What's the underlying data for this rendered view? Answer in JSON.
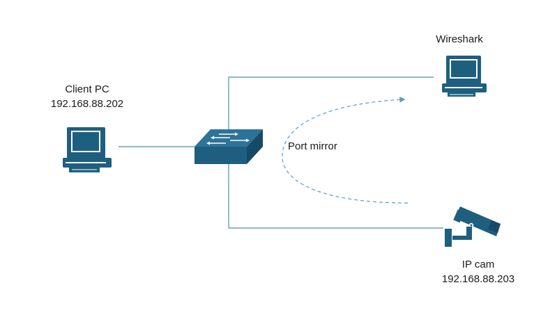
{
  "nodes": {
    "client_pc": {
      "name": "Client PC",
      "ip": "192.168.88.202"
    },
    "wireshark": {
      "name": "Wireshark"
    },
    "ip_cam": {
      "name": "IP cam",
      "ip": "192.168.88.203"
    }
  },
  "port_mirror": {
    "label": "Port mirror"
  },
  "icons": {
    "client_pc": "desktop-computer-icon",
    "switch": "network-switch-icon",
    "wireshark": "desktop-computer-icon",
    "ip_cam": "security-camera-icon"
  },
  "colors": {
    "device_fill": "#1e5f80",
    "line": "#4a8db5",
    "mirror_line": "#5b9ac4"
  }
}
